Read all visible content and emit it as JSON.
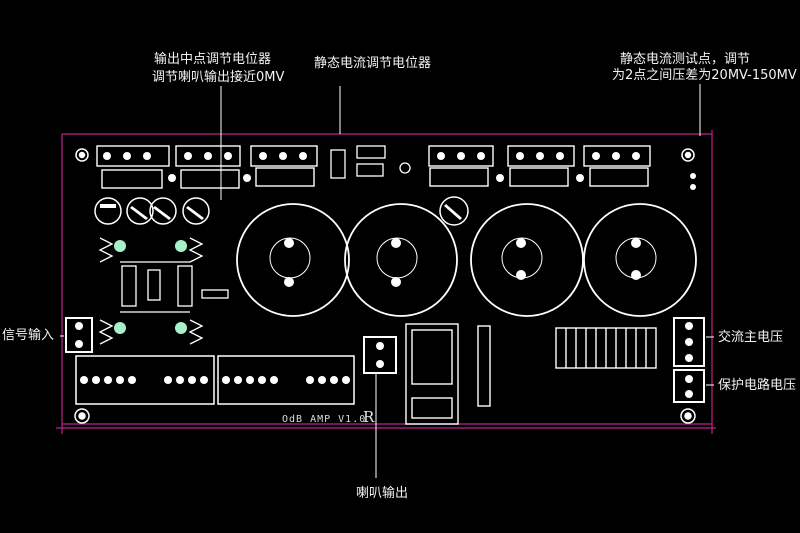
{
  "annotations": {
    "midpoint_pot_line1": "输出中点调节电位器",
    "midpoint_pot_line2": "调节喇叭输出接近0MV",
    "quiescent_pot": "静态电流调节电位器",
    "test_point_line1": "静态电流测试点，调节",
    "test_point_line2": "为2点之间压差为20MV-150MV",
    "signal_input": "信号输入",
    "ac_main": "交流主电压",
    "protection": "保护电路电压",
    "speaker_output": "喇叭输出"
  },
  "board": {
    "silkscreen": "OdB AMP V1.0",
    "mark": "R"
  },
  "colors": {
    "board_outline": "#c0208e",
    "silk": "#ffffff",
    "pad": "#a8f0c8"
  }
}
